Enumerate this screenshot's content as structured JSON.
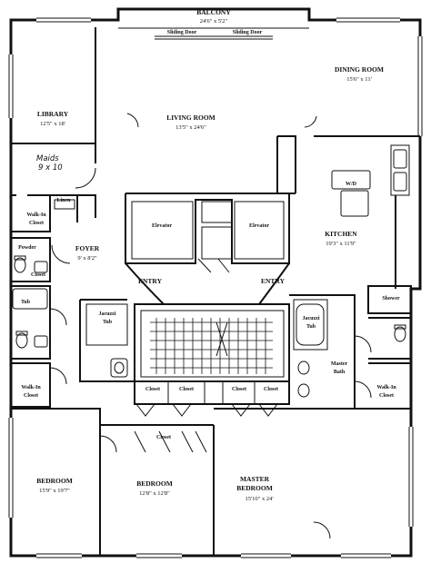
{
  "rooms": {
    "balcony": {
      "name": "BALCONY",
      "dims": "24'6\" x 5'2\""
    },
    "dining": {
      "name": "DINING ROOM",
      "dims": "15'6\" x 11'"
    },
    "library": {
      "name": "LIBRARY",
      "dims": "12'5\" x 18'"
    },
    "living": {
      "name": "LIVING ROOM",
      "dims": "13'5\" x 24'6\""
    },
    "maids": {
      "name": "Maids",
      "dims": "9 x 10"
    },
    "foyer": {
      "name": "FOYER",
      "dims": "9' x 8'2\""
    },
    "kitchen": {
      "name": "KITCHEN",
      "dims": "19'3\" x 11'9\""
    },
    "bedroom1": {
      "name": "BEDROOM",
      "dims": "15'9\" x 19'7\""
    },
    "bedroom2": {
      "name": "BEDROOM",
      "dims": "12'8\" x 12'8\""
    },
    "master": {
      "name": "MASTER BEDROOM",
      "line1": "MASTER",
      "line2": "BEDROOM",
      "dims": "15'10\" x 24'"
    }
  },
  "labels": {
    "sliding_door_1": "Sliding Door",
    "sliding_door_2": "Sliding Door",
    "elevator_1": "Elevator",
    "elevator_2": "Elevator",
    "linen": "Linen",
    "walkin_closet_1": [
      "Walk-In",
      "Closet"
    ],
    "walkin_closet_2": [
      "Walk-In",
      "Closet"
    ],
    "walkin_closet_3": [
      "Walk-In",
      "Closet"
    ],
    "powder": "Powder",
    "closet_small": "Closet",
    "tub": "Tub",
    "entry_1": "ENTRY",
    "entry_2": "ENTRY",
    "jacuzzi_1": [
      "Jacuzzi",
      "Tub"
    ],
    "jacuzzi_2": [
      "Jacuzzi",
      "Tub"
    ],
    "shower": "Shower",
    "master_bath": [
      "Master",
      "Bath"
    ],
    "closets_row": [
      "Closet",
      "Closet",
      "Closet",
      "Closet"
    ],
    "closet_bedroom": "Closet",
    "washer_dryer": "W/D"
  }
}
